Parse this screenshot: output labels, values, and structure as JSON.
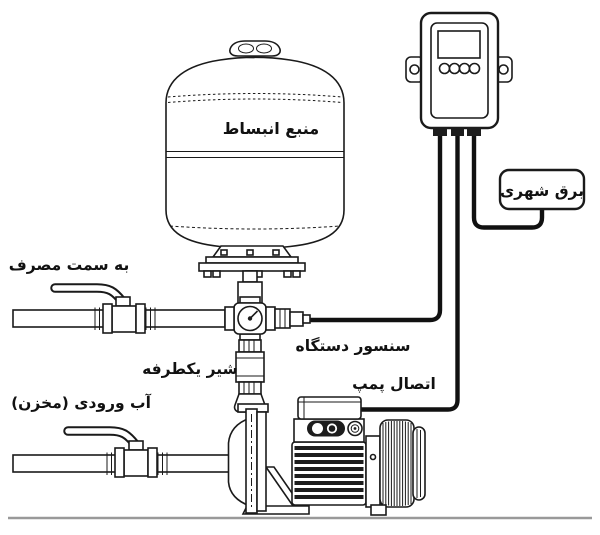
{
  "diagram": {
    "labels": {
      "expansion_tank": "منبع انبساط",
      "to_consumption": "به سمت مصرف",
      "check_valve": "شیر یکطرفه",
      "inlet_water": "آب ورودی (مخزن)",
      "device_sensor": "سنسور دستگاه",
      "pump_connection": "اتصال پمپ",
      "city_power": "برق شهری"
    },
    "colors": {
      "line": "#1a1a1a",
      "cable": "#111111",
      "ground": "#999999",
      "fill": "#ffffff",
      "dark": "#1d1d1d"
    }
  }
}
